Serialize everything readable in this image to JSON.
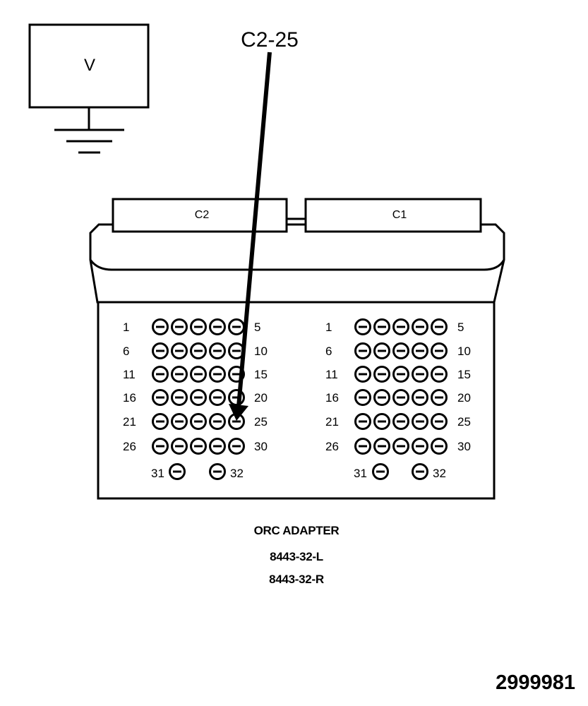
{
  "meter": {
    "label": "V"
  },
  "callout": {
    "label": "C2-25"
  },
  "connectors": [
    {
      "label": "C2",
      "row_labels": [
        {
          "start": "1",
          "end": "5"
        },
        {
          "start": "6",
          "end": "10"
        },
        {
          "start": "11",
          "end": "15"
        },
        {
          "start": "16",
          "end": "20"
        },
        {
          "start": "21",
          "end": "25"
        },
        {
          "start": "26",
          "end": "30"
        }
      ],
      "extra_pins": {
        "left": "31",
        "right": "32"
      }
    },
    {
      "label": "C1",
      "row_labels": [
        {
          "start": "1",
          "end": "5"
        },
        {
          "start": "6",
          "end": "10"
        },
        {
          "start": "11",
          "end": "15"
        },
        {
          "start": "16",
          "end": "20"
        },
        {
          "start": "21",
          "end": "25"
        },
        {
          "start": "26",
          "end": "30"
        }
      ],
      "extra_pins": {
        "left": "31",
        "right": "32"
      }
    }
  ],
  "caption": {
    "title": "ORC ADAPTER",
    "part_left": "8443-32-L",
    "part_right": "8443-32-R"
  },
  "figure_number": "2999981"
}
